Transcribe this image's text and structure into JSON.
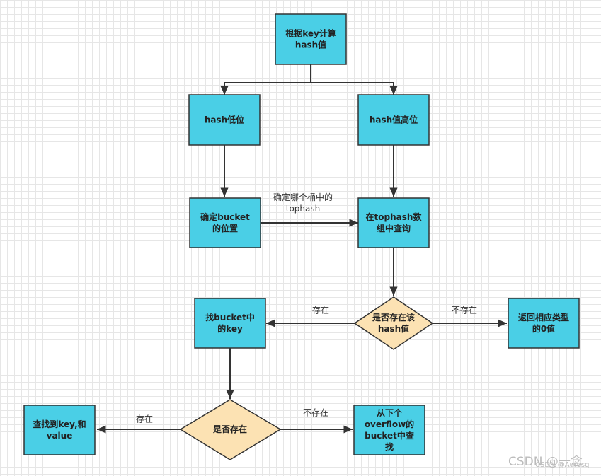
{
  "colors": {
    "process_fill": "#4ACFE6",
    "decision_fill": "#FCE2B3",
    "stroke": "#333333"
  },
  "nodes": {
    "compute_hash": [
      "根据key计算",
      "hash值"
    ],
    "hash_low": [
      "hash低位"
    ],
    "hash_high": [
      "hash值高位"
    ],
    "locate_bucket": [
      "确定bucket",
      "的位置"
    ],
    "query_tophash": [
      "在tophash数",
      "组中查询"
    ],
    "hash_exists": [
      "是否存在该",
      "hash值"
    ],
    "find_key": [
      "找bucket中",
      "的key"
    ],
    "return_zero": [
      "返回相应类型",
      "的0值"
    ],
    "key_exists": [
      "是否存在"
    ],
    "found_key_value": [
      "查找到key,和",
      "value"
    ],
    "search_overflow": [
      "从下个",
      "overflow的",
      "bucket中查",
      "找"
    ]
  },
  "edge_labels": {
    "which_bucket": [
      "确定哪个桶中的",
      "tophash"
    ],
    "hash_exists_yes": "存在",
    "hash_exists_no": "不存在",
    "key_exists_yes": "存在",
    "key_exists_no": "不存在"
  },
  "watermark": {
    "main": "CSDN @一念",
    "sub": "CSDN @Aurosq"
  }
}
